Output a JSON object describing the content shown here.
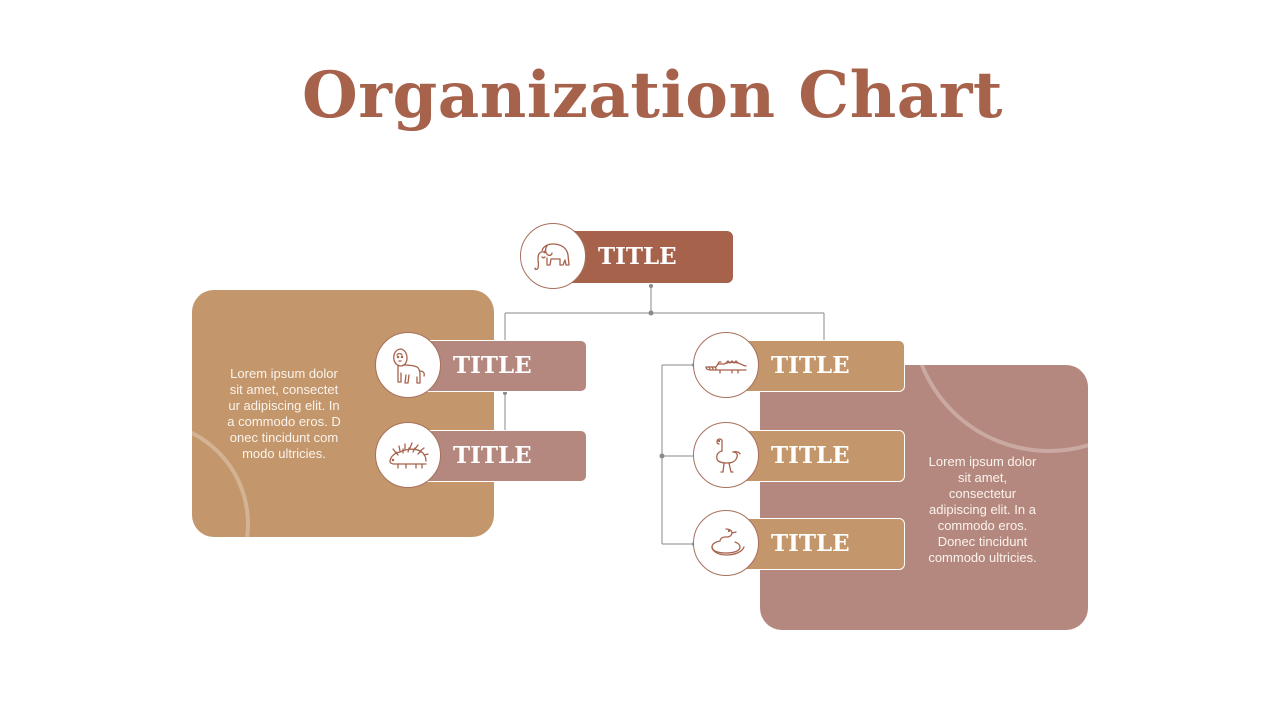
{
  "title": "Organization Chart",
  "colors": {
    "title": "#a7624c",
    "root": "#a7624c",
    "mauve": "#b4887f",
    "tan": "#c3966b",
    "connector": "#8a8a8a"
  },
  "root": {
    "label": "TITLE",
    "icon": "elephant-icon"
  },
  "left_panel": {
    "text": "Lorem  ipsum dolor\nsit amet,  consectet\nur adipiscing elit. In\na commodo  eros. D\nonec tincidunt com\nmodo ultricies."
  },
  "right_panel": {
    "text": "Lorem  ipsum dolor\nsit amet,\nconsectetur\nadipiscing elit. In a\ncommodo  eros.\nDonec  tincidunt\ncommodo  ultricies."
  },
  "left_nodes": [
    {
      "label": "TITLE",
      "icon": "lion-icon"
    },
    {
      "label": "TITLE",
      "icon": "hedgehog-icon"
    }
  ],
  "right_nodes": [
    {
      "label": "TITLE",
      "icon": "crocodile-icon"
    },
    {
      "label": "TITLE",
      "icon": "ostrich-icon"
    },
    {
      "label": "TITLE",
      "icon": "snake-icon"
    }
  ]
}
